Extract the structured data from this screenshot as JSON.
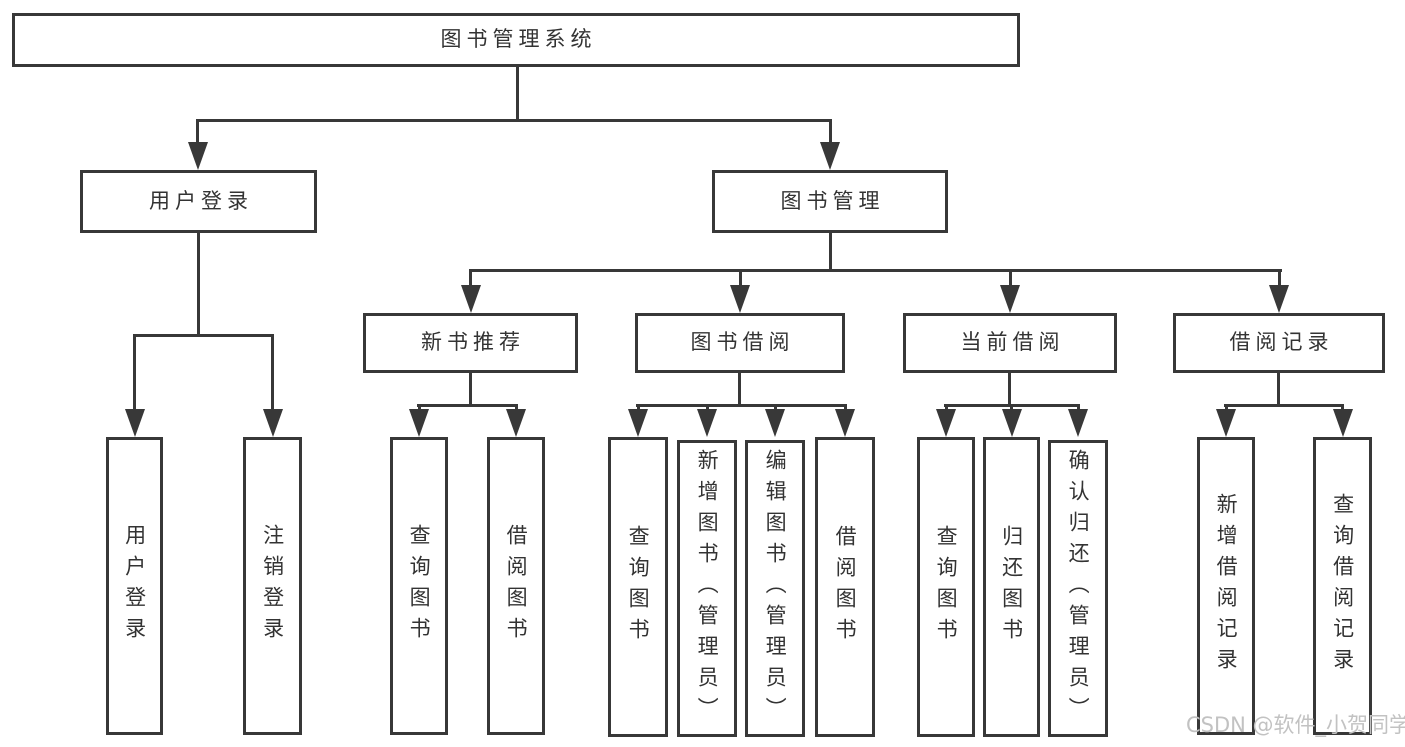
{
  "colors": {
    "line": "#383838",
    "text": "#333333",
    "watermark": "#c2c2c2",
    "box_fill": "#ffffff"
  },
  "watermark": {
    "text": "CSDN @软件_小贺同学"
  },
  "tree": {
    "root": {
      "label": "图书管理系统",
      "children": [
        {
          "label": "用户登录",
          "children": [
            {
              "label": "用户登录"
            },
            {
              "label": "注销登录"
            }
          ]
        },
        {
          "label": "图书管理",
          "children": [
            {
              "label": "新书推荐",
              "children": [
                {
                  "label": "查询图书"
                },
                {
                  "label": "借阅图书"
                }
              ]
            },
            {
              "label": "图书借阅",
              "children": [
                {
                  "label": "查询图书"
                },
                {
                  "label": "新增图书（管理员）"
                },
                {
                  "label": "编辑图书（管理员）"
                },
                {
                  "label": "借阅图书"
                }
              ]
            },
            {
              "label": "当前借阅",
              "children": [
                {
                  "label": "查询图书"
                },
                {
                  "label": "归还图书"
                },
                {
                  "label": "确认归还（管理员）"
                }
              ]
            },
            {
              "label": "借阅记录",
              "children": [
                {
                  "label": "新增借阅记录"
                },
                {
                  "label": "查询借阅记录"
                }
              ]
            }
          ]
        }
      ]
    }
  }
}
